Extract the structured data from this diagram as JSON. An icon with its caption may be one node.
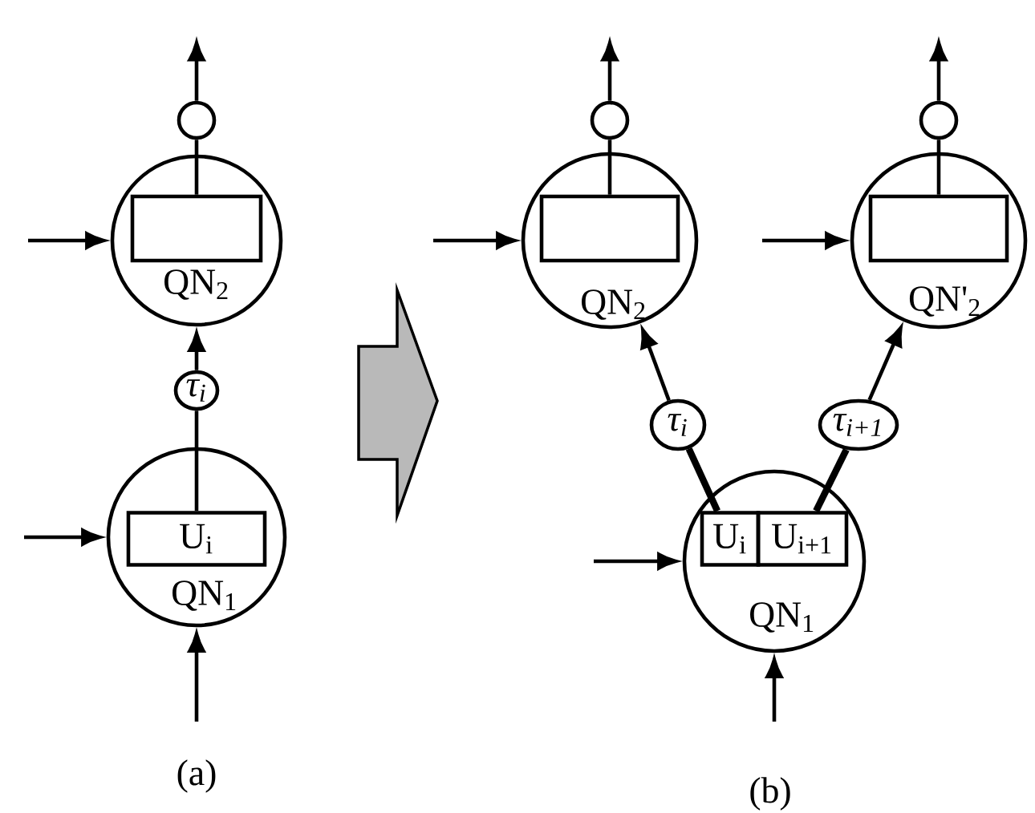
{
  "diagram": {
    "nodes": [
      {
        "text": [
          "QN$_{2}$"
        ]
      },
      {
        "text": [],
        "shape": "box",
        "in": 0
      },
      {
        "text": [],
        "shape": "circle"
      },
      {
        "text": [
          "τ$_{i}$"
        ]
      },
      {
        "text": [
          "QN$_{1}$"
        ]
      },
      {
        "text": [
          "U$_{i}$"
        ],
        "in": 4
      },
      {
        "text": [
          "QN$_{2}$"
        ]
      },
      {
        "text": [],
        "shape": "box",
        "in": 6
      },
      {
        "text": [],
        "shape": "circle"
      },
      {
        "text": [
          "QN'$_{2}$"
        ]
      },
      {
        "text": [],
        "shape": "box",
        "in": 9
      },
      {
        "text": [],
        "shape": "circle"
      },
      {
        "text": [
          "τ$_{i}$"
        ]
      },
      {
        "text": [
          "τ$_{i+1}$"
        ]
      },
      {
        "text": [
          "QN$_{1}$"
        ]
      },
      {
        "text": [
          "U$_{i}$"
        ],
        "in": 14
      },
      {
        "text": [
          "U$_{i+1}$"
        ],
        "in": 14
      }
    ],
    "edges": [
      {
        "from": 1,
        "to": 2,
        "arrow": "none"
      },
      {
        "from": 2,
        "to": null,
        "arrow": "to"
      },
      {
        "from": null,
        "to": 0,
        "arrow": "to"
      },
      {
        "from": 3,
        "to": 0,
        "arrow": "to"
      },
      {
        "from": 5,
        "to": 3,
        "arrow": "none"
      },
      {
        "from": null,
        "to": 4,
        "arrow": "to"
      },
      {
        "from": null,
        "to": 4,
        "arrow": "to"
      },
      {
        "from": 7,
        "to": 8,
        "arrow": "none"
      },
      {
        "from": 8,
        "to": null,
        "arrow": "to"
      },
      {
        "from": null,
        "to": 6,
        "arrow": "to"
      },
      {
        "from": 10,
        "to": 11,
        "arrow": "none"
      },
      {
        "from": 11,
        "to": null,
        "arrow": "to"
      },
      {
        "from": null,
        "to": 9,
        "arrow": "to"
      },
      {
        "from": 12,
        "to": 6,
        "arrow": "to"
      },
      {
        "from": 13,
        "to": 9,
        "arrow": "to"
      },
      {
        "from": 15,
        "to": 12,
        "arrow": "none",
        "style": "thick"
      },
      {
        "from": 16,
        "to": 13,
        "arrow": "none",
        "style": "thick"
      },
      {
        "from": null,
        "to": 14,
        "arrow": "to"
      },
      {
        "from": null,
        "to": 14,
        "arrow": "to"
      }
    ],
    "labels": [
      "(a)",
      "(b)"
    ]
  }
}
